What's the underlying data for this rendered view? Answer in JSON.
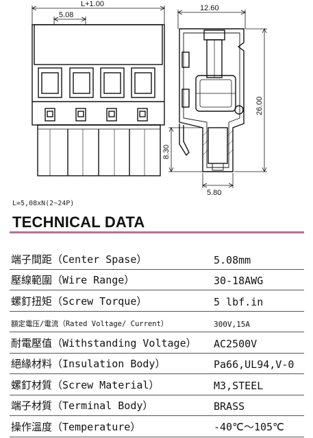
{
  "drawing": {
    "dim_total_width": "L+1.00",
    "dim_pitch": "5.08",
    "dim_side_width": "12.60",
    "dim_height": "26.00",
    "dim_pin_height": "8.30",
    "dim_pin_width": "5.80"
  },
  "formula": "L=5,08xN(2~24P)",
  "heading": "TECHNICAL DATA",
  "specs": [
    {
      "label": "端子間距（Center Spase）",
      "value": "5.08mm"
    },
    {
      "label": "壓線範圍（Wire Range）",
      "value": "30-18AWG"
    },
    {
      "label": "螺釘扭矩（Screw Torque）",
      "value": "5 lbf.in"
    },
    {
      "label": "額定電压/電流（Rated Voltage/ Current）",
      "value": "300V,15A"
    },
    {
      "label": "耐電壓值（Withstanding Voltage）",
      "value": "AC2500V"
    },
    {
      "label": "絕緣材料（Insulation Body）",
      "value": "Pa66,UL94,V-0"
    },
    {
      "label": "螺釘材質（Screw Material）",
      "value": "M3,STEEL"
    },
    {
      "label": "端子材質（Terminal Body）",
      "value": "BRASS"
    },
    {
      "label": "操作溫度（Temperature）",
      "value": "-40℃～105℃"
    }
  ]
}
